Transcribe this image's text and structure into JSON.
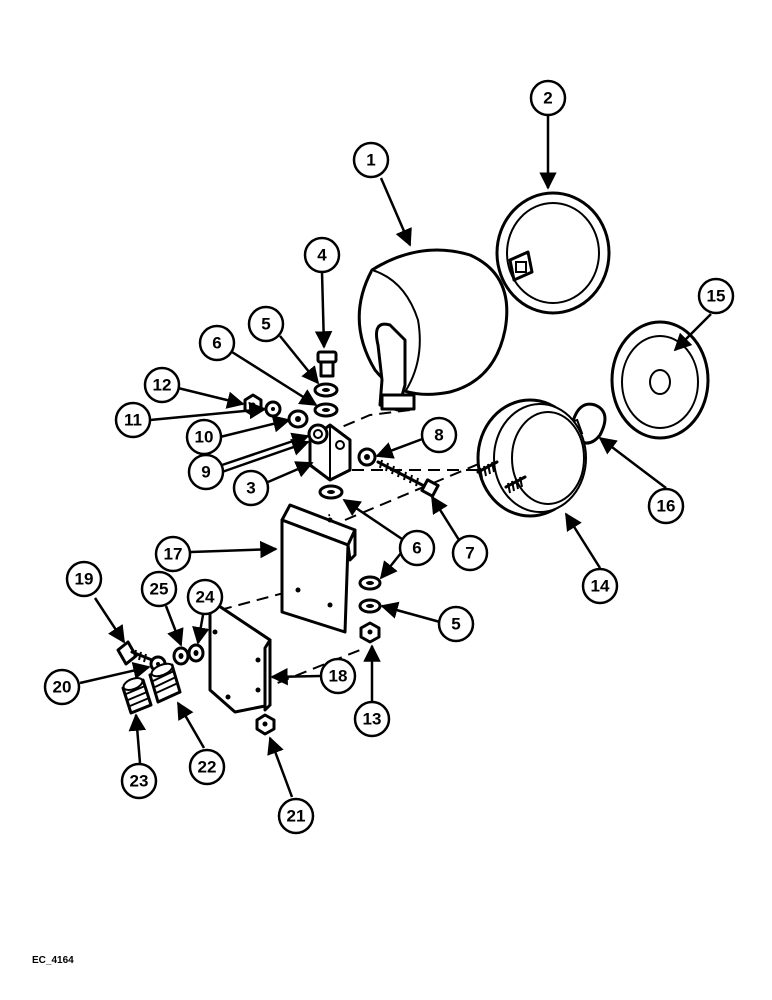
{
  "figure_code": "EC_4164",
  "callouts": [
    {
      "id": "1",
      "label": "1"
    },
    {
      "id": "2",
      "label": "2"
    },
    {
      "id": "3",
      "label": "3"
    },
    {
      "id": "4",
      "label": "4"
    },
    {
      "id": "5a",
      "label": "5"
    },
    {
      "id": "5b",
      "label": "5"
    },
    {
      "id": "6a",
      "label": "6"
    },
    {
      "id": "6b",
      "label": "6"
    },
    {
      "id": "7",
      "label": "7"
    },
    {
      "id": "8",
      "label": "8"
    },
    {
      "id": "9",
      "label": "9"
    },
    {
      "id": "10",
      "label": "10"
    },
    {
      "id": "11",
      "label": "11"
    },
    {
      "id": "12",
      "label": "12"
    },
    {
      "id": "13",
      "label": "13"
    },
    {
      "id": "14",
      "label": "14"
    },
    {
      "id": "15",
      "label": "15"
    },
    {
      "id": "16",
      "label": "16"
    },
    {
      "id": "17",
      "label": "17"
    },
    {
      "id": "18",
      "label": "18"
    },
    {
      "id": "19",
      "label": "19"
    },
    {
      "id": "20",
      "label": "20"
    },
    {
      "id": "21",
      "label": "21"
    },
    {
      "id": "22",
      "label": "22"
    },
    {
      "id": "23",
      "label": "23"
    },
    {
      "id": "24",
      "label": "24"
    },
    {
      "id": "25",
      "label": "25"
    }
  ]
}
